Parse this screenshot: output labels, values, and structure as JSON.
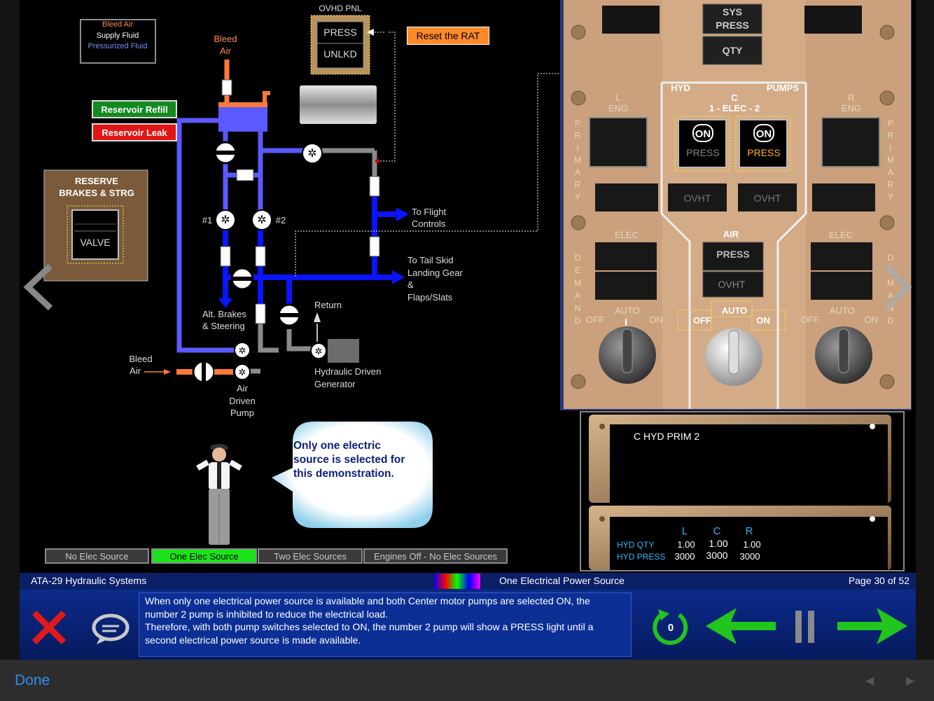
{
  "legend": {
    "bleed_air": "Bleed Air",
    "supply_fluid": "Supply Fluid",
    "pressurized_fluid": "Pressurized Fluid"
  },
  "ovhd": {
    "label": "OVHD PNL",
    "press": "PRESS",
    "unlkd": "UNLKD"
  },
  "reset_rat": "Reset the RAT",
  "reservoir_refill": "Reservoir Refill",
  "reservoir_leak": "Reservoir Leak",
  "reserve_panel": {
    "line1": "RESERVE",
    "line2": "BRAKES & STRG",
    "valve": "VALVE"
  },
  "diagram": {
    "bleed_air_top_1": "Bleed",
    "bleed_air_top_2": "Air",
    "pump1": "#1",
    "pump2": "#2",
    "to_flight_1": "To Flight",
    "to_flight_2": "Controls",
    "to_tail_1": "To Tail Skid",
    "to_tail_2": "Landing Gear",
    "to_tail_3": "&",
    "to_tail_4": "Flaps/Slats",
    "alt_brakes_1": "Alt. Brakes",
    "alt_brakes_2": "& Steering",
    "return": "Return",
    "bleed_air_left_1": "Bleed",
    "bleed_air_left_2": "Air",
    "adp_1": "Air",
    "adp_2": "Driven",
    "adp_3": "Pump",
    "hdg_1": "Hydraulic Driven",
    "hdg_2": "Generator"
  },
  "overhead": {
    "sys_press_1": "SYS",
    "sys_press_2": "PRESS",
    "qty": "QTY",
    "hyd": "HYD",
    "pumps": "PUMPS",
    "l_eng_1": "L",
    "l_eng_2": "ENG",
    "r_eng_1": "R",
    "r_eng_2": "ENG",
    "c_label": "C",
    "elec_label": "1 - ELEC - 2",
    "on": "ON",
    "press": "PRESS",
    "ovht": "OVHT",
    "primary": "PRIMARY",
    "demand": "DEMAND",
    "elec": "ELEC",
    "air": "AIR",
    "air_press": "PRESS",
    "air_ovht": "OVHT",
    "auto": "AUTO",
    "off": "OFF",
    "on_knob": "ON"
  },
  "eicas": {
    "message": "C HYD PRIM 2",
    "col_l": "L",
    "col_c": "C",
    "col_r": "R",
    "hyd_qty_label": "HYD QTY",
    "hyd_press_label": "HYD PRESS",
    "qty_l": "1.00",
    "qty_c": "1.00",
    "qty_r": "1.00",
    "press_l": "3000",
    "press_c": "3000",
    "press_r": "3000"
  },
  "bubble_text": "Only one electric source is selected for this demonstration.",
  "tabs": [
    {
      "label": "No Elec Source"
    },
    {
      "label": "One Elec Source"
    },
    {
      "label": "Two Elec Sources"
    },
    {
      "label": "Engines Off - No Elec Sources"
    }
  ],
  "status": {
    "course": "ATA-29 Hydraulic Systems",
    "topic": "One Electrical Power Source",
    "page": "Page 30 of 52"
  },
  "description": {
    "p1": "When only one electrical power source is available and both Center motor pumps are selected ON, the number 2 pump is inhibited to reduce the electrical load.",
    "p2": "Therefore, with both pump switches selected to ON, the number 2 pump will show a PRESS light until a second electrical power source is made available."
  },
  "replay_count": "0",
  "done": "Done",
  "colors": {
    "supply": "#5a5aff",
    "pressure": "#0a14ff",
    "bleed": "#ff7a3a",
    "panel": "#c7a27a",
    "active_tab": "#1be31b",
    "done": "#2f8ef5"
  }
}
